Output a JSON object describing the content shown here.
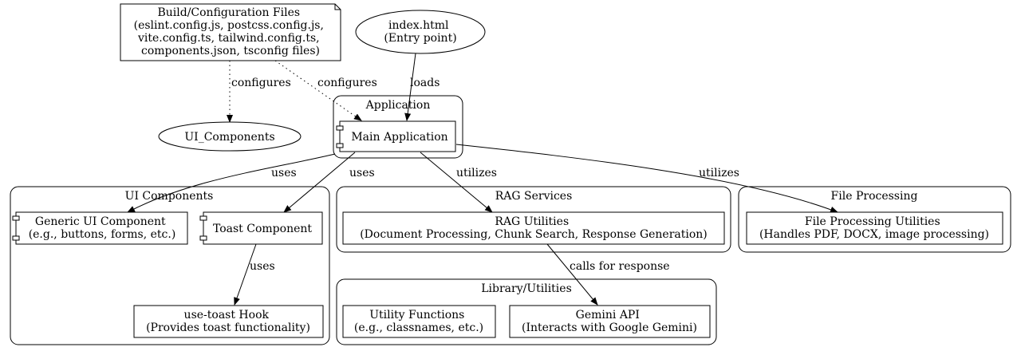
{
  "nodes": {
    "config_files": {
      "lines": [
        "Build/Configuration Files",
        "(eslint.config.js, postcss.config.js,",
        "vite.config.ts, tailwind.config.ts,",
        "components.json, tsconfig files)"
      ]
    },
    "index_html": {
      "lines": [
        "index.html",
        "(Entry point)"
      ]
    },
    "ui_components_node": {
      "lines": [
        "UI_Components"
      ]
    },
    "main_app": {
      "lines": [
        "Main Application"
      ]
    },
    "generic_ui": {
      "lines": [
        "Generic UI Component",
        "(e.g., buttons, forms, etc.)"
      ]
    },
    "toast": {
      "lines": [
        "Toast Component"
      ]
    },
    "use_toast": {
      "lines": [
        "use-toast Hook",
        "(Provides toast functionality)"
      ]
    },
    "rag_utils": {
      "lines": [
        "RAG Utilities",
        "(Document Processing, Chunk Search, Response Generation)"
      ]
    },
    "file_utils": {
      "lines": [
        "File Processing Utilities",
        "(Handles PDF, DOCX, image processing)"
      ]
    },
    "utility_functions": {
      "lines": [
        "Utility Functions",
        "(e.g., classnames, etc.)"
      ]
    },
    "gemini_api": {
      "lines": [
        "Gemini API",
        "(Interacts with Google Gemini)"
      ]
    }
  },
  "clusters": {
    "application": "Application",
    "ui_components": "UI Components",
    "rag_services": "RAG Services",
    "file_processing": "File Processing",
    "library_utilities": "Library/Utilities"
  },
  "edges": {
    "configures_ui": "configures",
    "configures_app": "configures",
    "loads": "loads",
    "uses_generic": "uses",
    "uses_toast": "uses",
    "utilizes_rag": "utilizes",
    "utilizes_file": "utilizes",
    "uses_hook": "uses",
    "calls_gemini": "calls for response"
  }
}
